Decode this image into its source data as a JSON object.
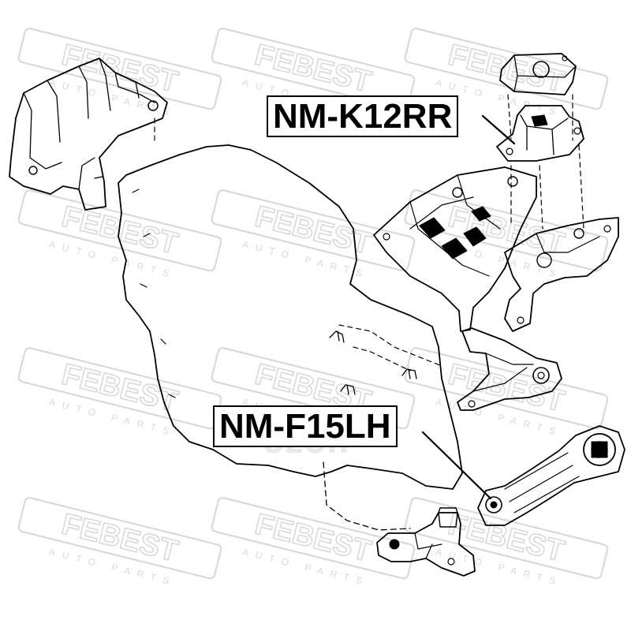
{
  "labels": {
    "rear_mount": "NM-K12RR",
    "left_mount": "NM-F15LH"
  },
  "watermark": {
    "brand": "FEBEST",
    "tagline": "AUTO PARTS",
    "marketplace": "ozon",
    "color": "#d9d9d9"
  },
  "colors": {
    "line": "#000000",
    "background": "#ffffff"
  }
}
